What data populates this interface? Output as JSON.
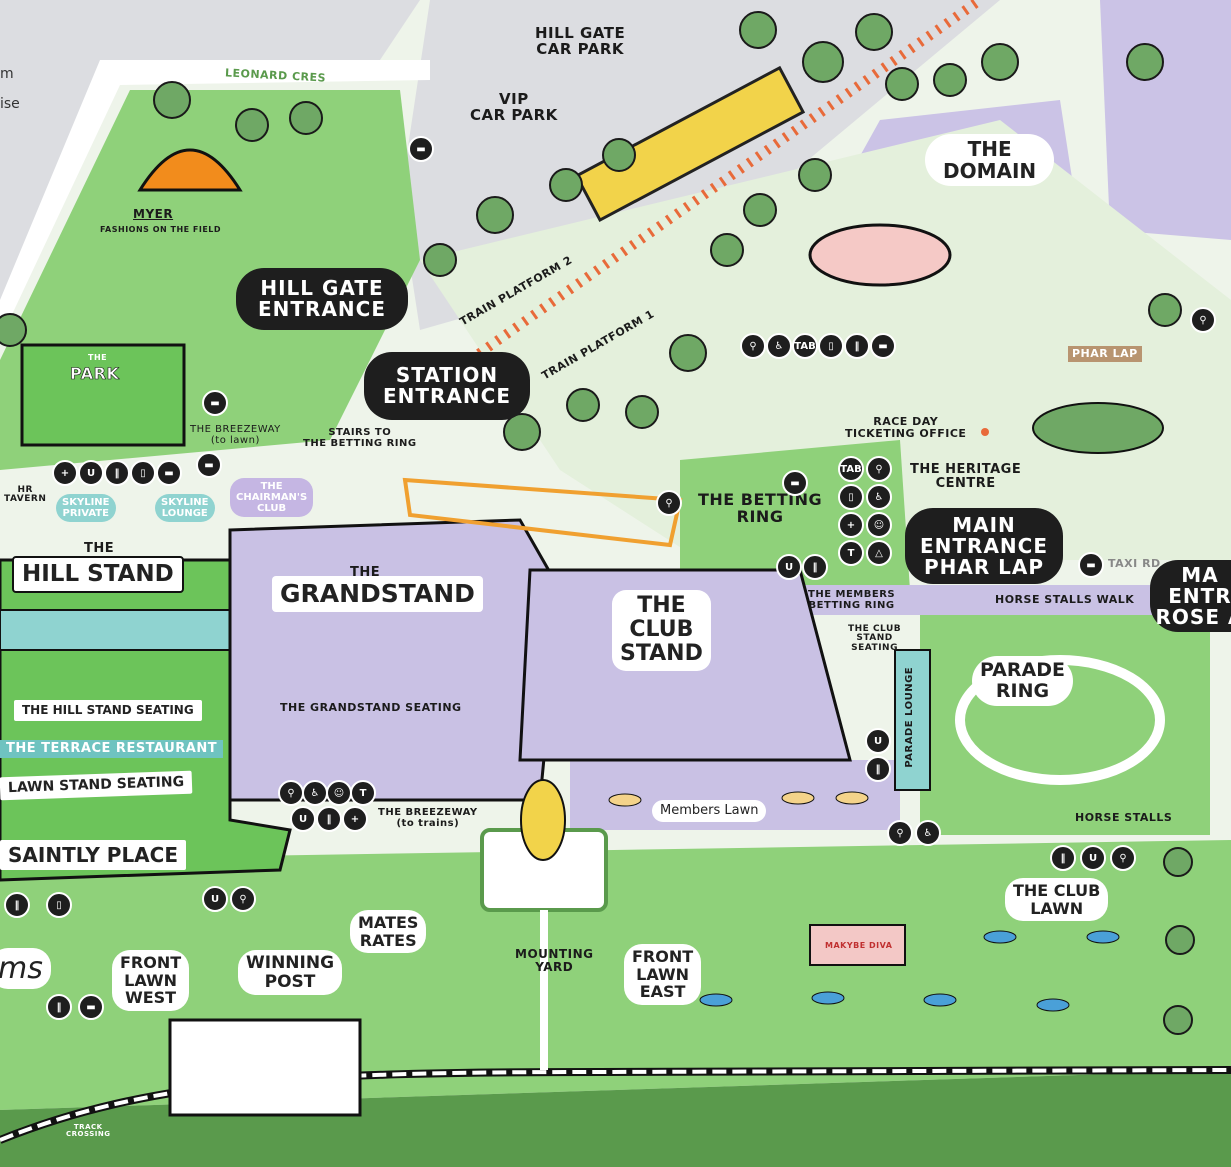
{
  "left_edge": {
    "line1": "m",
    "line2": "ise",
    "script_word": "ms"
  },
  "streets": {
    "leonard": "LEONARD CRES",
    "taxi": "TAXI RD",
    "horse_stalls_walk": "HORSE STALLS WALK"
  },
  "entrances": {
    "hill_gate": "HILL GATE\nENTRANCE",
    "station": "STATION\nENTRANCE",
    "main_phar_lap": "MAIN\nENTRANCE\nPHAR LAP",
    "main_rose": "MA\nENTR\nROSE A"
  },
  "car_parks": {
    "hill_gate": "HILL GATE\nCAR PARK",
    "vip": "VIP\nCAR PARK"
  },
  "platforms": {
    "p2": "TRAIN PLATFORM 2",
    "p1": "TRAIN PLATFORM 1"
  },
  "areas": {
    "domain": "THE\nDOMAIN",
    "myer": "MYER",
    "fashions": "FASHIONS ON THE FIELD",
    "the_park": "PARK",
    "the_park_the": "THE",
    "phar_lap": "PHAR LAP",
    "ticketing": "RACE DAY\nTICKETING OFFICE",
    "heritage": "THE HERITAGE\nCENTRE",
    "betting_ring": "THE BETTING\nRING",
    "members_betting": "THE MEMBERS\nBETTING RING",
    "club_stand_seating": "THE CLUB\nSTAND\nSEATING",
    "parade_lounge": "PARADE LOUNGE",
    "parade_ring": "PARADE\nRING",
    "horse_stalls": "HORSE STALLS",
    "breezeway_lawn": "THE BREEZEWAY\n(to lawn)",
    "stairs": "STAIRS TO\nTHE BETTING RING",
    "hr_tavern": "HR\nTAVERN",
    "skyline_private": "SKYLINE\nPRIVATE",
    "skyline_lounge": "SKYLINE\nLOUNGE",
    "chairmans": "THE\nCHAIRMAN'S\nCLUB",
    "hill_stand_the": "THE",
    "hill_stand": "HILL STAND",
    "grandstand_the": "THE",
    "grandstand": "GRANDSTAND",
    "club_stand": "THE\nCLUB\nSTAND",
    "hill_stand_seating": "THE HILL STAND SEATING",
    "grandstand_seating": "THE GRANDSTAND SEATING",
    "terrace": "THE TERRACE RESTAURANT",
    "lawn_stand": "LAWN STAND SEATING",
    "saintly": "SAINTLY PLACE",
    "breezeway_trains": "THE BREEZEWAY\n(to trains)",
    "members_lawn": "Members Lawn",
    "club_lawn": "THE CLUB\nLAWN",
    "mates_rates": "MATES\nRATES",
    "front_lawn_west": "FRONT\nLAWN\nWEST",
    "winning_post": "WINNING\nPOST",
    "mounting_yard": "MOUNTING\nYARD",
    "front_lawn_east": "FRONT\nLAWN\nEAST",
    "makybe": "MAKYBE DIVA",
    "track_crossing": "TRACK\nCROSSING"
  },
  "amenity_tab": "TAB",
  "colors": {
    "grass": "#8fd17a",
    "field": "#c8e5b6",
    "road": "#ffffff",
    "lavender": "#c9c1e4",
    "grey": "#dcdde1",
    "track": "#5a9a4c",
    "entrance": "#1e1e1e",
    "orange": "#f0a030"
  }
}
